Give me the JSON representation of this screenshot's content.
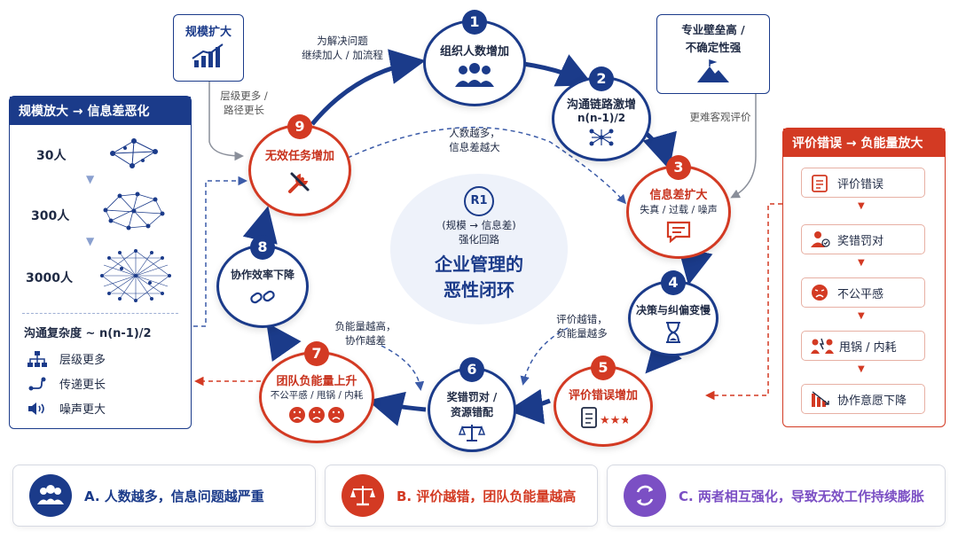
{
  "top_boxes": {
    "scale_up": "规模扩大",
    "barrier": "专业壁垒高 /\n不确定性强"
  },
  "edge_labels": {
    "l_9_1": "为解决问题\n继续加人 / 加流程",
    "l_scale_9": "层级更多 /\n路径更长",
    "l_center_top": "人数越多，\n信息差越大",
    "l_barrier_3": "更难客观评价",
    "l_7_6": "负能量越高，\n协作越差",
    "l_5_6": "评价越错，\n负能量越多"
  },
  "center": {
    "r1": "R1",
    "loop": "(规模 → 信息差)",
    "reinforce": "强化回路",
    "title1": "企业管理的",
    "title2": "恶性闭环"
  },
  "nodes": [
    {
      "num": "1",
      "title": "组织人数增加",
      "sub": ""
    },
    {
      "num": "2",
      "title": "沟通链路激增",
      "sub": "n(n-1)/2"
    },
    {
      "num": "3",
      "title": "信息差扩大",
      "sub": "失真 / 过载 / 噪声"
    },
    {
      "num": "4",
      "title": "决策与纠偏变慢",
      "sub": ""
    },
    {
      "num": "5",
      "title": "评价错误增加",
      "sub": ""
    },
    {
      "num": "6",
      "title": "奖错罚对 /",
      "sub": "资源错配"
    },
    {
      "num": "7",
      "title": "团队负能量上升",
      "sub": "不公平感 / 甩锅 / 内耗"
    },
    {
      "num": "8",
      "title": "协作效率下降",
      "sub": ""
    },
    {
      "num": "9",
      "title": "无效任务增加",
      "sub": ""
    }
  ],
  "left_panel": {
    "title": "规模放大 → 信息差恶化",
    "sizes": [
      "30人",
      "300人",
      "3000人"
    ],
    "complexity": "沟通复杂度 ~ n(n-1)/2",
    "items": [
      {
        "icon": "hierarchy-icon",
        "label": "层级更多"
      },
      {
        "icon": "path-icon",
        "label": "传递更长"
      },
      {
        "icon": "speaker-icon",
        "label": "噪声更大"
      }
    ]
  },
  "right_panel": {
    "title": "评价错误 → 负能量放大",
    "items": [
      "评价错误",
      "奖错罚对",
      "不公平感",
      "甩锅 / 内耗",
      "协作意愿下降"
    ]
  },
  "bottom": [
    {
      "text": "A. 人数越多，信息问题越严重",
      "color": "#1b3b8a"
    },
    {
      "text": "B. 评价越错，团队负能量越高",
      "color": "#d33a23"
    },
    {
      "text": "C. 两者相互强化，导致无效工作持续膨胀",
      "color": "#7b4fc4"
    }
  ],
  "colors": {
    "navy": "#1b3b8a",
    "red": "#d33a23",
    "purple": "#7b4fc4"
  }
}
